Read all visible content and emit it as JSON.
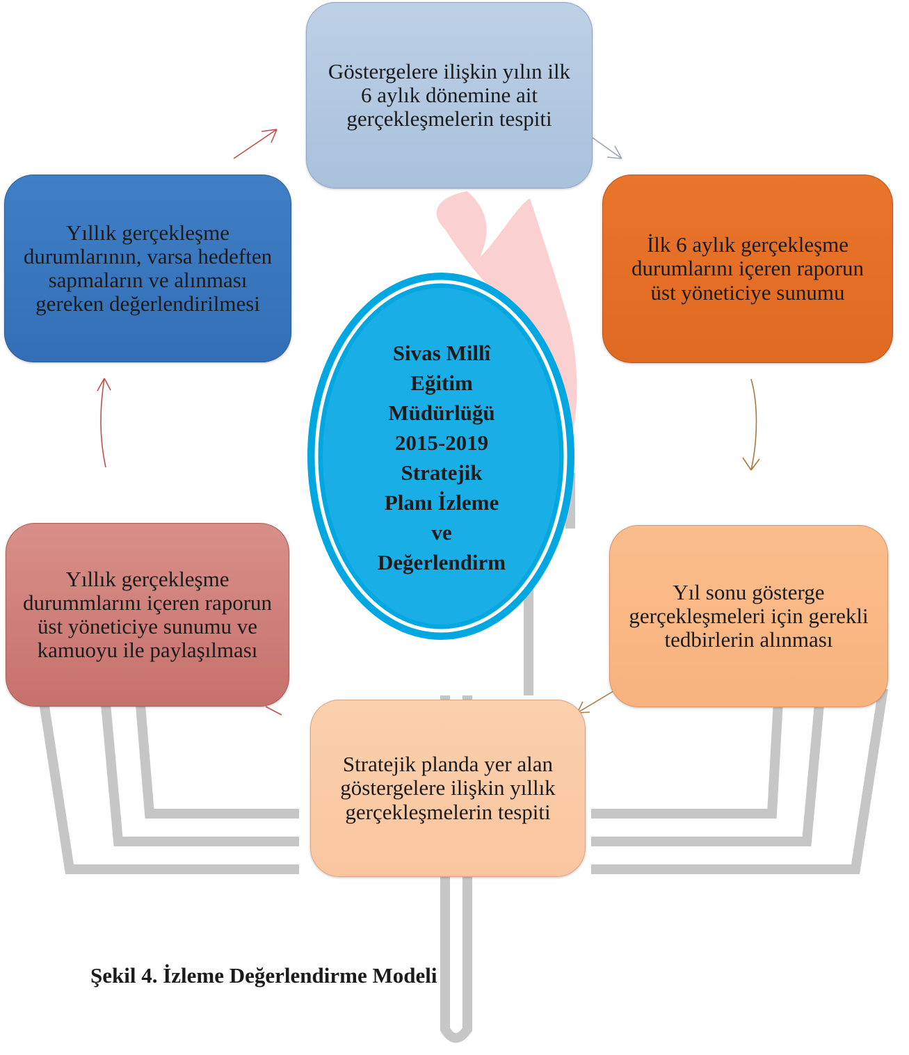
{
  "diagram": {
    "center": {
      "lines": [
        "Sivas Millî",
        "Eğitim",
        "Müdürlüğü",
        "2015-2019",
        "Stratejik",
        "Planı İzleme",
        "ve",
        "Değerlendirm"
      ]
    },
    "boxes": {
      "top": "Göstergelere ilişkin yılın ilk 6 aylık dönemine ait gerçekleşmelerin tespiti",
      "right": "İlk 6 aylık gerçekleşme durumlarını içeren raporun üst yöneticiye sunumu",
      "lower_right": "Yıl sonu gösterge gerçekleşmeleri için gerekli tedbirlerin alınması",
      "bottom": "Stratejik planda yer alan göstergelere ilişkin yıllık gerçekleşmelerin tespiti",
      "lower_left": "Yıllık gerçekleşme durummlarını içeren raporun üst yöneticiye sunumu ve kamuoyu ile paylaşılması",
      "left": "Yıllık gerçekleşme durumlarının, varsa hedeften sapmaların ve alınması gereken değerlendirilmesi"
    },
    "colors": {
      "top": "#a9c1dc",
      "right": "#e06a22",
      "lower_right": "#f8b37e",
      "bottom": "#f9c6a0",
      "lower_left": "#c6716c",
      "left": "#336fb6",
      "ellipse": "#00a7e1"
    }
  },
  "caption": "Şekil 4. İzleme Değerlendirme Modeli"
}
